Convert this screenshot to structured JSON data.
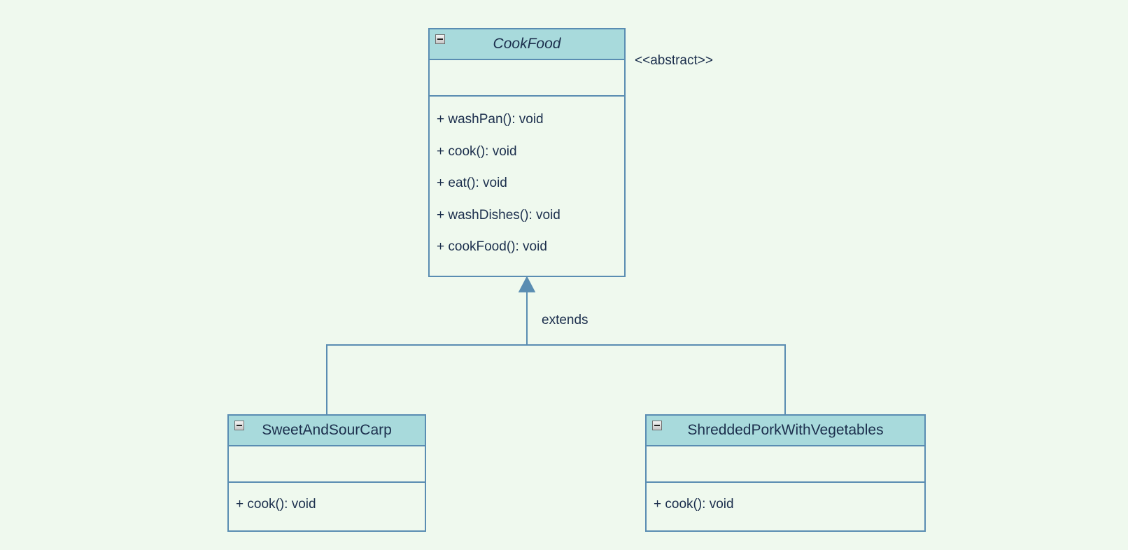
{
  "classes": {
    "cook_food": {
      "name": "CookFood",
      "stereotype": "<<abstract>>",
      "methods": [
        "+ washPan(): void",
        "+ cook(): void",
        "+ eat(): void",
        "+ washDishes(): void",
        "+ cookFood(): void"
      ]
    },
    "sweet_and_sour_carp": {
      "name": "SweetAndSourCarp",
      "methods": [
        "+ cook(): void"
      ]
    },
    "shredded_pork": {
      "name": "ShreddedPorkWithVegetables",
      "methods": [
        "+ cook(): void"
      ]
    }
  },
  "relationship": {
    "type": "generalization",
    "label": "extends",
    "parent": "CookFood",
    "children": [
      "SweetAndSourCarp",
      "ShreddedPorkWithVegetables"
    ]
  },
  "colors": {
    "background": "#eff9ee",
    "header_fill": "#a8dadc",
    "border": "#5a8db2",
    "text": "#1c2f4d"
  }
}
